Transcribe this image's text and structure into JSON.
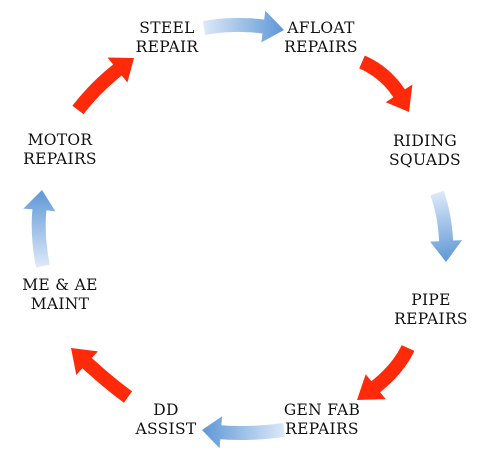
{
  "nodes": [
    {
      "id": "steel",
      "lines": [
        "STEEL",
        "REPAIR"
      ]
    },
    {
      "id": "afloat",
      "lines": [
        "AFLOAT",
        "REPAIRS"
      ]
    },
    {
      "id": "riding",
      "lines": [
        "RIDING",
        "SQUADS"
      ]
    },
    {
      "id": "pipe",
      "lines": [
        "PIPE",
        "REPAIRS"
      ]
    },
    {
      "id": "genfab",
      "lines": [
        "GEN FAB",
        "REPAIRS"
      ]
    },
    {
      "id": "dd",
      "lines": [
        "DD",
        "ASSIST"
      ]
    },
    {
      "id": "me",
      "lines": [
        "ME & AE",
        "MAINT"
      ]
    },
    {
      "id": "motor",
      "lines": [
        "MOTOR",
        "REPAIRS"
      ]
    }
  ],
  "arrows": [
    {
      "from": "steel",
      "to": "afloat",
      "style": "blue"
    },
    {
      "from": "afloat",
      "to": "riding",
      "style": "red"
    },
    {
      "from": "riding",
      "to": "pipe",
      "style": "blue"
    },
    {
      "from": "pipe",
      "to": "genfab",
      "style": "red"
    },
    {
      "from": "genfab",
      "to": "dd",
      "style": "blue"
    },
    {
      "from": "dd",
      "to": "me",
      "style": "red"
    },
    {
      "from": "me",
      "to": "motor",
      "style": "blue"
    },
    {
      "from": "motor",
      "to": "steel",
      "style": "red"
    }
  ],
  "colors": {
    "red": "#ff2a0a",
    "blue_light": "#dbe8f8",
    "blue_dark": "#5e97d6",
    "text": "#111111"
  }
}
